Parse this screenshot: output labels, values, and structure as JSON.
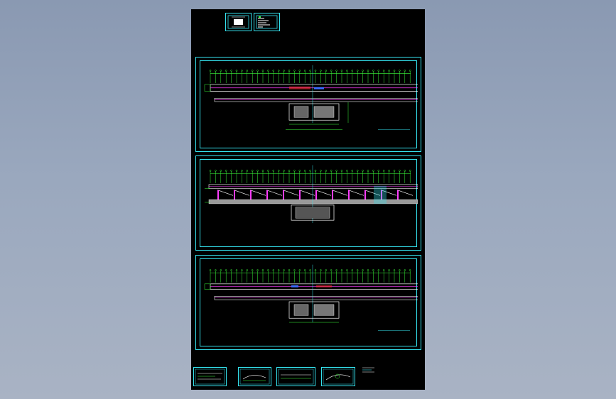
{
  "colors": {
    "background_top": "#8a99b2",
    "sheet": "#000000",
    "frame": "#35e3ef",
    "grid": "#3cff3c",
    "magenta": "#ff3cff",
    "white": "#ffffff",
    "red": "#ff3030",
    "blue": "#3a6cff"
  },
  "panels": [
    {
      "label": "",
      "note": ""
    },
    {
      "label": "",
      "note": ""
    },
    {
      "label": "",
      "note": ""
    }
  ],
  "thumbnails": [
    {
      "name": "thumbnail-1"
    },
    {
      "name": "thumbnail-2"
    },
    {
      "name": "thumbnail-3"
    },
    {
      "name": "thumbnail-4"
    }
  ],
  "sheet_tag": ""
}
